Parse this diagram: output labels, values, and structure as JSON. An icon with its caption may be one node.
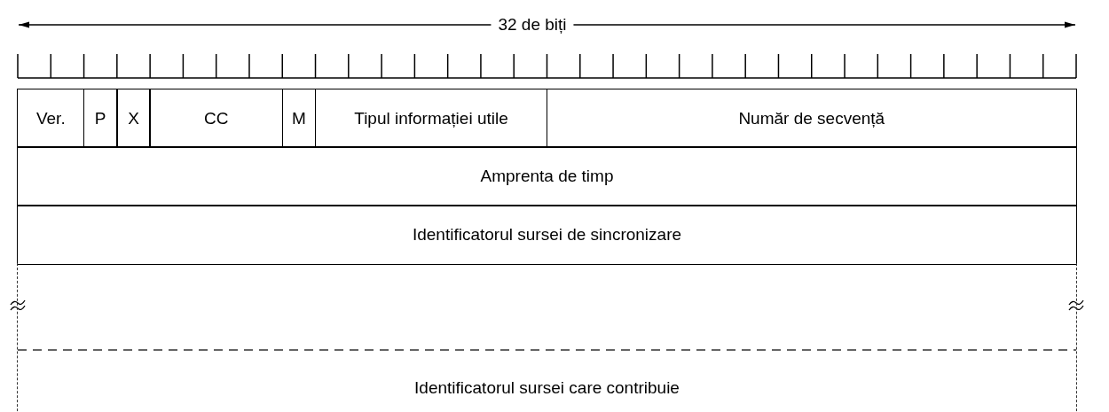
{
  "diagram": {
    "nodes": [
      {
        "text": [
          "Ver."
        ]
      },
      {
        "text": [
          "P"
        ]
      },
      {
        "text": [
          "X"
        ]
      },
      {
        "text": [
          "CC"
        ]
      },
      {
        "text": [
          "M"
        ]
      },
      {
        "text": [
          "Tipul informației utile"
        ]
      },
      {
        "text": [
          "Număr de secvență"
        ]
      },
      {
        "text": [
          "Amprenta de timp"
        ]
      },
      {
        "text": [
          "Identificatorul sursei de sincronizare"
        ]
      },
      {
        "text": [
          "Identificatorul sursei care contribuie"
        ]
      }
    ],
    "labels": [
      "32 de biți"
    ]
  }
}
